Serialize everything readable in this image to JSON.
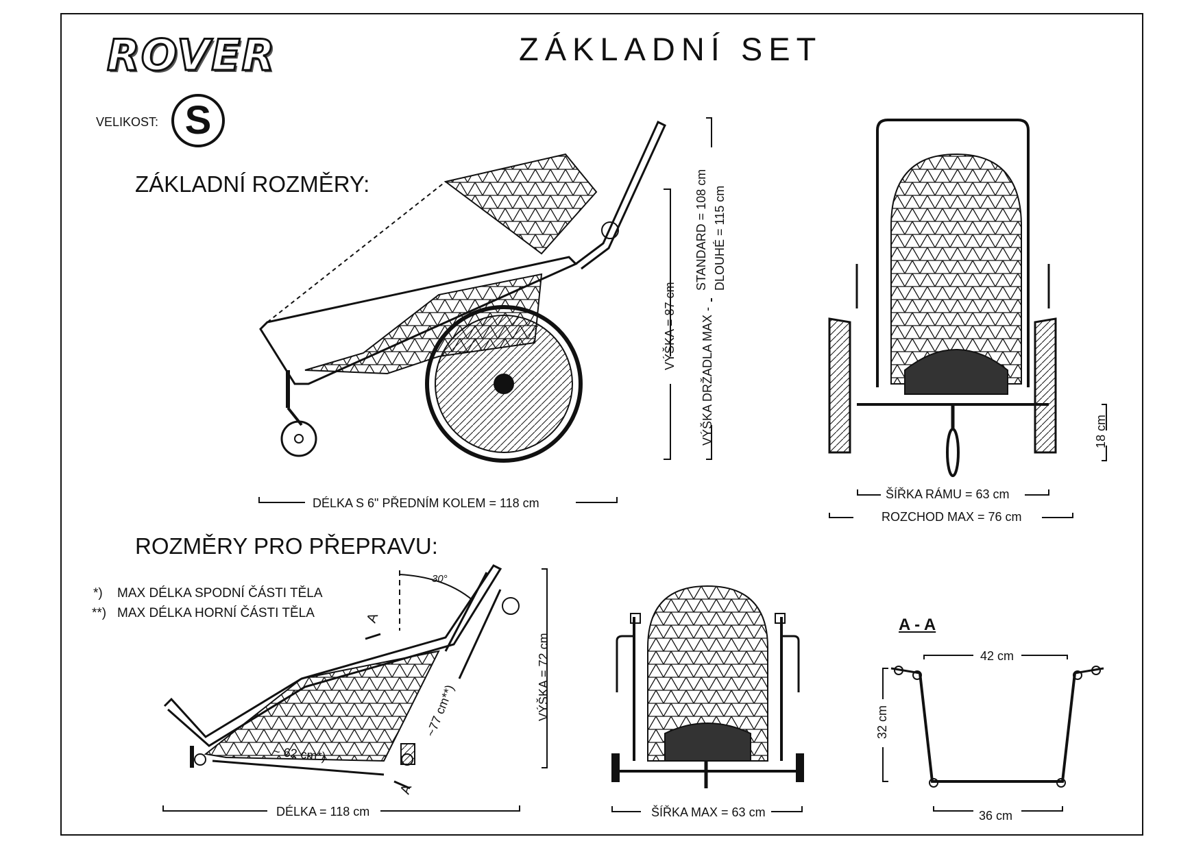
{
  "header": {
    "logo_text": "ROVER",
    "title": "ZÁKLADNÍ SET"
  },
  "size": {
    "label": "VELIKOST:",
    "value": "S"
  },
  "basic": {
    "heading": "ZÁKLADNÍ ROZMĚRY:",
    "length": "DÉLKA S 6\" PŘEDNÍM KOLEM   = 118 cm",
    "height": "VÝŠKA = 87 cm",
    "handle_label": "VÝŠKA DRŽADLA MAX -",
    "handle_standard": "STANDARD = 108 cm",
    "handle_long": "DLOUHÉ     = 115 cm",
    "frame_width": "ŠÍŘKA RÁMU = 63 cm",
    "track_max": "ROZCHOD MAX = 76 cm",
    "ground_clearance": "18 cm"
  },
  "transport": {
    "heading": "ROZMĚRY PRO PŘEPRAVU:",
    "note1_mark": "*)",
    "note1_text": "MAX DÉLKA SPODNÍ ČÁSTI TĚLA",
    "note2_mark": "**)",
    "note2_text": "MAX DÉLKA HORNÍ ČÁSTI TĚLA",
    "angle": "30°",
    "section_mark": "A",
    "lower_len": "~ 62 cm*)",
    "upper_len": "~77 cm**)",
    "height": "VÝŠKA = 72 cm",
    "length": "DÉLKA = 118 cm",
    "width_max": "ŠÍŘKA MAX = 63 cm"
  },
  "section": {
    "title": "A - A",
    "top_width": "42 cm",
    "bottom_width": "36 cm",
    "depth": "32 cm"
  }
}
